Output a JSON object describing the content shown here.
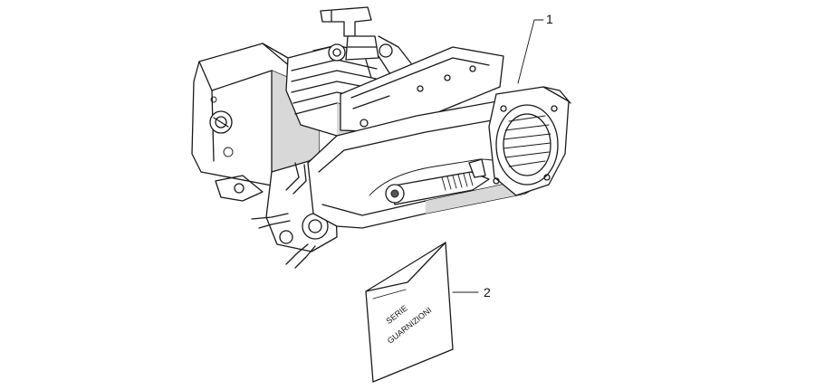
{
  "callouts": [
    {
      "number": "1"
    },
    {
      "number": "2"
    }
  ],
  "gasket_bag": {
    "line1": "SERIE",
    "line2": "GUARNIZIONI"
  }
}
